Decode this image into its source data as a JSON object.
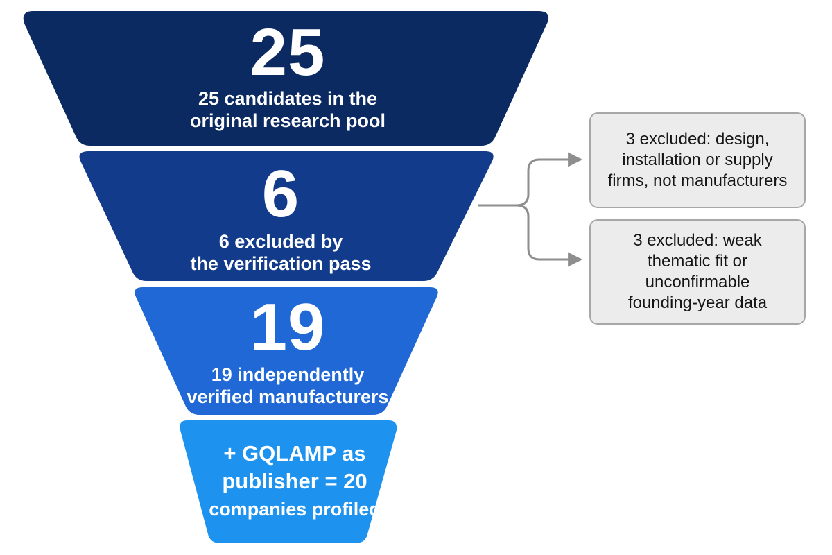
{
  "stages": [
    {
      "number": "25",
      "line1": "25 candidates in the",
      "line2": "original research pool",
      "color": "#0b2a61"
    },
    {
      "number": "6",
      "line1": "6 excluded by",
      "line2": "the verification pass",
      "color": "#123b8b"
    },
    {
      "number": "19",
      "line1": "19 independently",
      "line2": "verified manufacturers",
      "color": "#1f68d6"
    },
    {
      "line1": "+ GQLAMP as",
      "line2": "publisher = 20",
      "line3": "companies profiled",
      "color": "#1d93ef"
    }
  ],
  "exclusions": [
    {
      "line1": "3 excluded: design,",
      "line2": "installation or supply",
      "line3": "firms, not manufacturers"
    },
    {
      "line1": "3 excluded: weak",
      "line2": "thematic fit or",
      "line3": "unconfirmable",
      "line4": "founding-year data"
    }
  ],
  "connector_color": "#8e8e8e"
}
